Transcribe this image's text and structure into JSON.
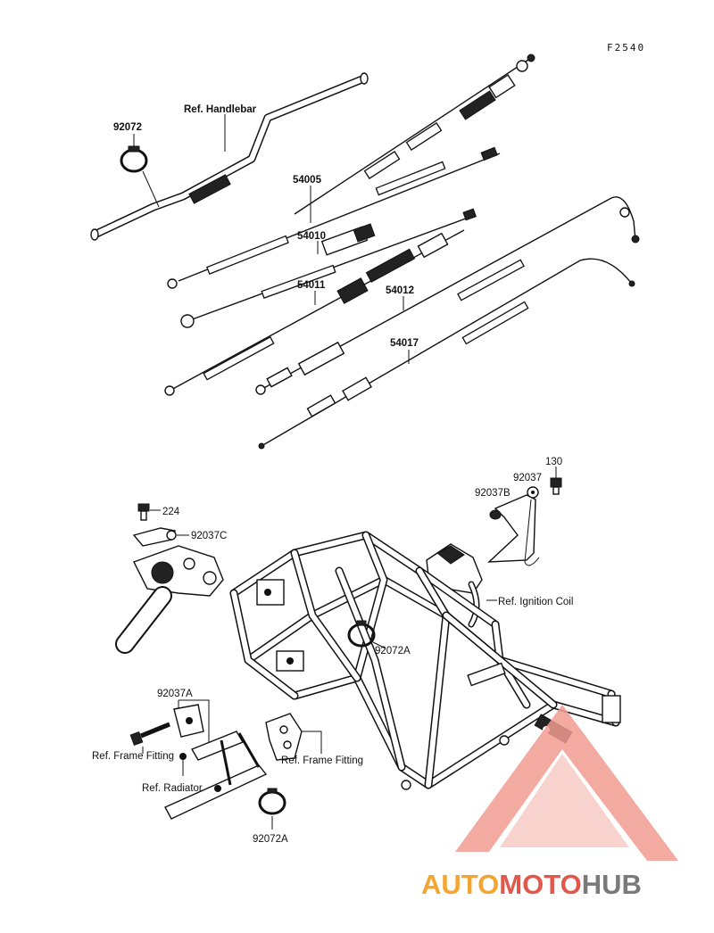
{
  "figure_code": "F2540",
  "labels": {
    "clamp_top": "92072",
    "handlebar": "Ref. Handlebar",
    "cable_54005": "54005",
    "cable_54010": "54010",
    "cable_54011": "54011",
    "cable_54012": "54012",
    "cable_54017": "54017",
    "bolt_130": "130",
    "washer_92037": "92037",
    "bracket_92037b": "92037B",
    "ignition_coil": "Ref. Ignition Coil",
    "bolt_224": "224",
    "bracket_92037c": "92037C",
    "clamp_92072a_frame": "92072A",
    "bracket_92037a": "92037A",
    "frame_fitting_left": "Ref. Frame Fitting",
    "frame_fitting_right": "Ref. Frame Fitting",
    "radiator": "Ref. Radiator",
    "clamp_92072a_bottom": "92072A"
  },
  "watermark": {
    "part1": "AUTO",
    "part2": "MOTO",
    "part3": "HUB",
    "color_primary": "#e2574c",
    "color_secondary": "#f3a531",
    "color_tertiary": "#7a7a7a"
  }
}
